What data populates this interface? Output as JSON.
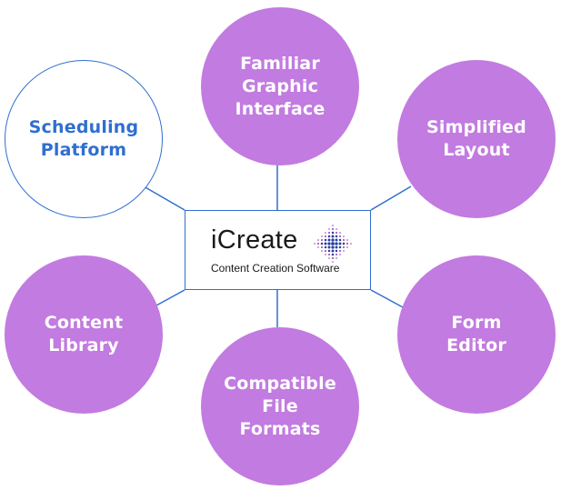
{
  "diagram": {
    "center": {
      "brand_name": "iCreate",
      "tagline": "Content Creation Software"
    },
    "nodes": [
      {
        "id": "familiar-graphic-interface",
        "label": "Familiar\nGraphic\nInterface",
        "style": "filled"
      },
      {
        "id": "simplified-layout",
        "label": "Simplified\nLayout",
        "style": "filled"
      },
      {
        "id": "scheduling-platform",
        "label": "Scheduling\nPlatform",
        "style": "outline"
      },
      {
        "id": "content-library",
        "label": "Content\nLibrary",
        "style": "filled"
      },
      {
        "id": "form-editor",
        "label": "Form\nEditor",
        "style": "filled"
      },
      {
        "id": "compatible-file-formats",
        "label": "Compatible\nFile\nFormats",
        "style": "filled"
      }
    ]
  },
  "colors": {
    "node_fill": "#c27be0",
    "node_text": "#ffffff",
    "outline_accent": "#2f6fd0",
    "connector": "#2f6fd0",
    "logo_blue": "#2a3fa0",
    "logo_purple": "#9a3fb4"
  }
}
